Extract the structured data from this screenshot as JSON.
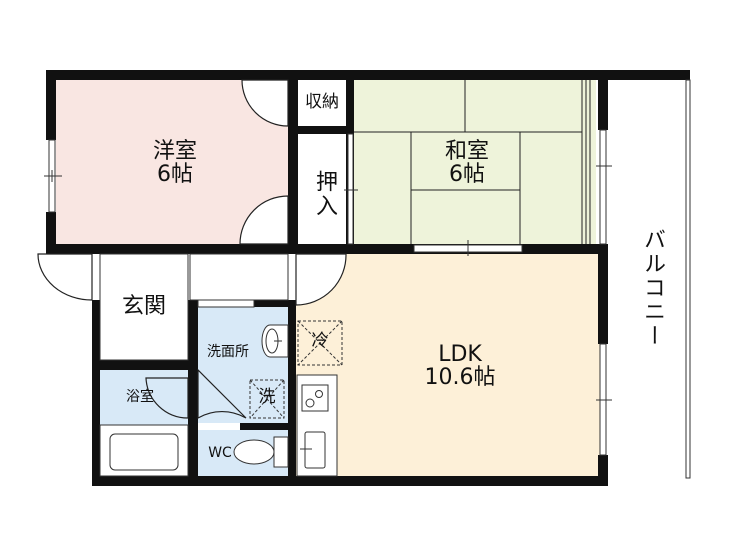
{
  "floorplan": {
    "colors": {
      "wall": "#111111",
      "western_room": "#f9e6e2",
      "japanese_room": "#eef3da",
      "ldk": "#fdf0d8",
      "wet_area": "#d8e9f7",
      "white": "#ffffff"
    },
    "rooms": {
      "western": {
        "name": "洋室",
        "size": "6帖"
      },
      "japanese": {
        "name": "和室",
        "size": "6帖"
      },
      "ldk": {
        "name": "LDK",
        "size": "10.6帖"
      },
      "storage": {
        "name": "収納"
      },
      "closet": {
        "name": "押入"
      },
      "entrance": {
        "name": "玄関"
      },
      "washroom": {
        "name": "洗面所"
      },
      "bathroom": {
        "name": "浴室"
      },
      "wc": {
        "name": "WC"
      },
      "balcony": {
        "name": "バルコニー"
      }
    },
    "fixtures": {
      "fridge": "冷",
      "washer": "洗"
    }
  }
}
